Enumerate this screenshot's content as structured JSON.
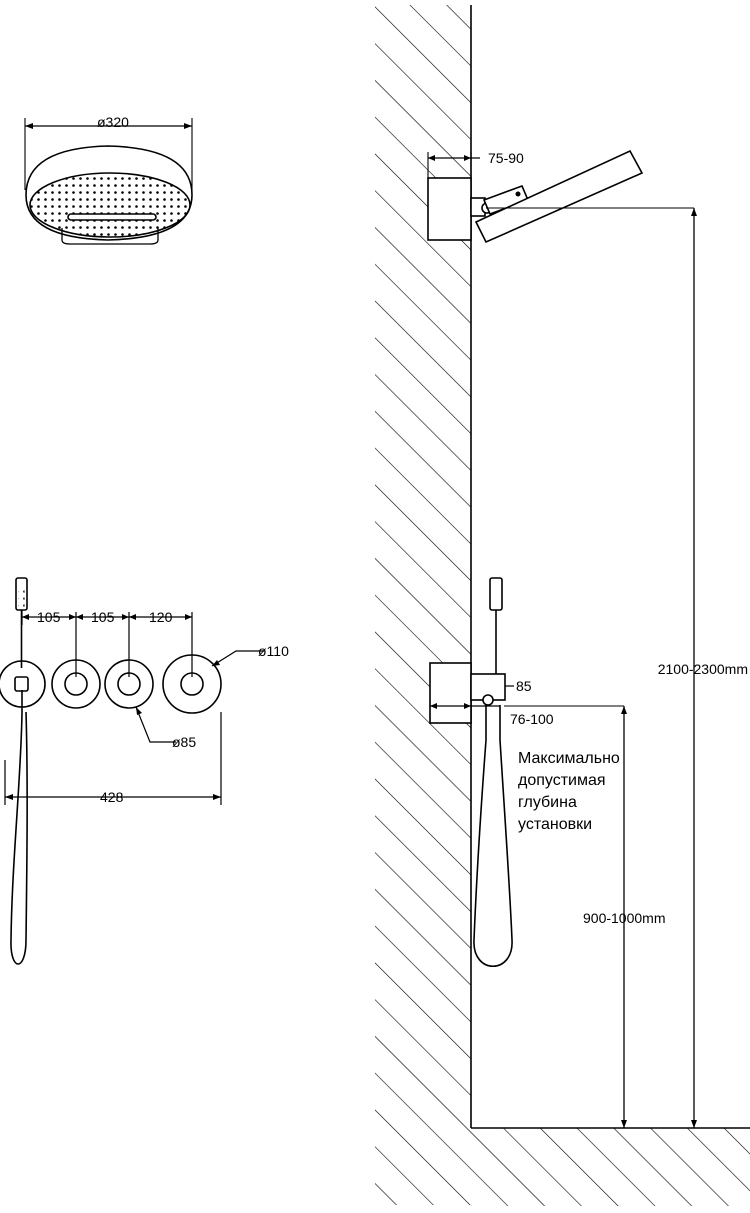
{
  "colors": {
    "stroke": "#000000",
    "background": "#ffffff"
  },
  "top_view": {
    "shower_head_diameter": "ø320"
  },
  "front_view": {
    "spacing_1": "105",
    "spacing_2": "105",
    "spacing_3": "120",
    "large_knob_diameter": "ø110",
    "small_knob_diameter": "ø85",
    "total_width": "428"
  },
  "side_view": {
    "wall_box_depth_top": "75-90",
    "outlet_size": "85",
    "wall_box_depth_bottom": "76-100",
    "shower_head_height": "2100-2300mm",
    "mixer_height": "900-1000mm",
    "note_lines": [
      "Максимально",
      "допустимая",
      "глубина",
      "установки"
    ]
  }
}
